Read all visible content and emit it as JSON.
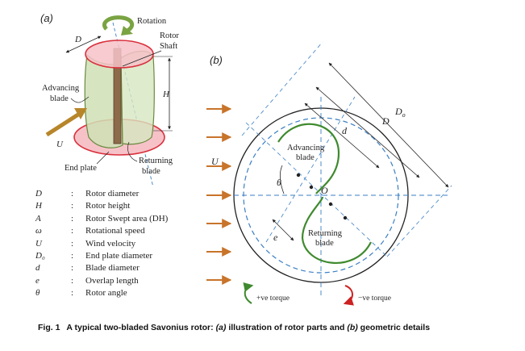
{
  "panel_a": {
    "label": "(a)",
    "labels": {
      "rotation": "Rotation",
      "rotor_shaft_line1": "Rotor",
      "rotor_shaft_line2": "Shaft",
      "D": "D",
      "H": "H",
      "advancing_line1": "Advancing",
      "advancing_line2": "blade",
      "U": "U",
      "end_plate": "End plate",
      "returning_line1": "Returning",
      "returning_line2": "blade"
    }
  },
  "panel_b": {
    "label": "(b)",
    "labels": {
      "Do": "D",
      "Do_sub": "o",
      "D": "D",
      "d": "d",
      "U": "U",
      "advancing_line1": "Advancing",
      "advancing_line2": "blade",
      "theta": "θ",
      "O": "O",
      "e": "e",
      "returning_line1": "Returning",
      "returning_line2": "blade",
      "pos_torque": "+ve torque",
      "neg_torque": "−ve torque"
    }
  },
  "legend": [
    {
      "symbol": "D",
      "colon": ":",
      "description": "Rotor diameter"
    },
    {
      "symbol": "H",
      "colon": ":",
      "description": "Rotor height"
    },
    {
      "symbol": "A",
      "colon": ":",
      "description": "Rotor Swept area (DH)"
    },
    {
      "symbol": "ω",
      "colon": ":",
      "description": "Rotational speed"
    },
    {
      "symbol": "U",
      "colon": ":",
      "description": "Wind velocity"
    },
    {
      "symbol": "D₀",
      "colon": ":",
      "description": "End plate diameter"
    },
    {
      "symbol": "d",
      "colon": ":",
      "description": "Blade diameter"
    },
    {
      "symbol": "e",
      "colon": ":",
      "description": "Overlap length"
    },
    {
      "symbol": "θ",
      "colon": ":",
      "description": "Rotor angle"
    }
  ],
  "caption": {
    "fig_num": "Fig. 1",
    "text_1": "A typical two-bladed Savonius rotor: ",
    "a": "(a)",
    "text_2": " illustration of rotor parts and ",
    "b": "(b)",
    "text_3": " geometric details"
  },
  "colors": {
    "end_plate_fill": "#f6c2c8",
    "end_plate_stroke": "#d9303c",
    "blade_fill": "#cfe0b5",
    "blade_stroke": "#6a8a40",
    "shaft": "#8c6a4a",
    "arrow_orange": "#c8742a",
    "u_arrow": "#b7862a",
    "dashed_blue": "#3b7fc4",
    "green_blade": "#3f8a2e",
    "red_torque": "#cc2222",
    "rotation_arrow": "#7aa342"
  }
}
